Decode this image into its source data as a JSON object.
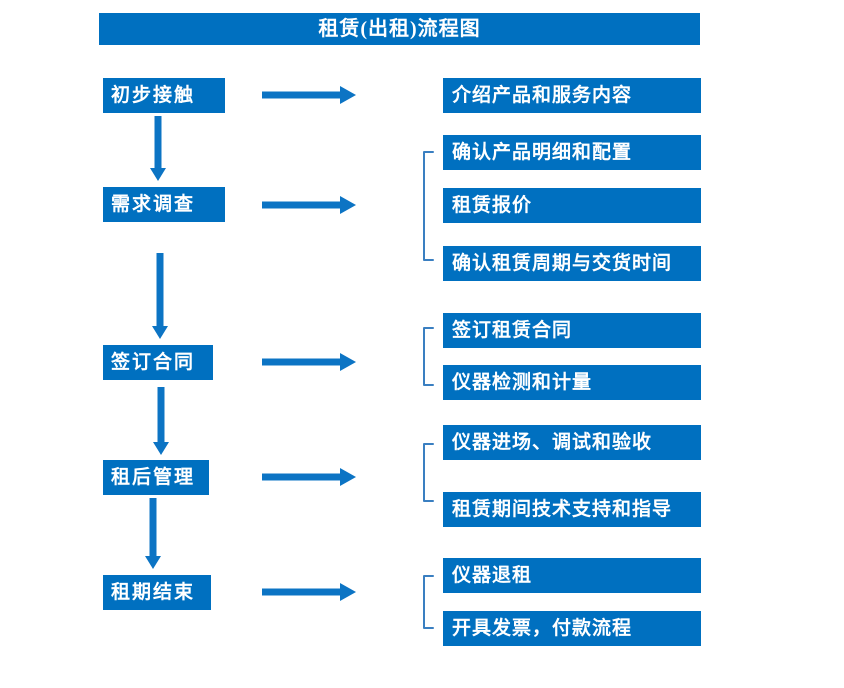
{
  "title": "租赁(出租)流程图",
  "colors": {
    "box_blue": "#0070C0",
    "arrow_blue": "#0C74C4",
    "bracket_blue": "#3A7FC1",
    "text_white": "#FFFFFF",
    "background": "#FFFFFF"
  },
  "steps": [
    {
      "label": "初步接触",
      "details": [
        "介绍产品和服务内容"
      ]
    },
    {
      "label": "需求调查",
      "details": [
        "确认产品明细和配置",
        "租赁报价",
        "确认租赁周期与交货时间"
      ]
    },
    {
      "label": "签订合同",
      "details": [
        "签订租赁合同",
        "仪器检测和计量"
      ]
    },
    {
      "label": "租后管理",
      "details": [
        "仪器进场、调试和验收",
        "租赁期间技术支持和指导"
      ]
    },
    {
      "label": "租期结束",
      "details": [
        "仪器退租",
        "开具发票，付款流程"
      ]
    }
  ]
}
